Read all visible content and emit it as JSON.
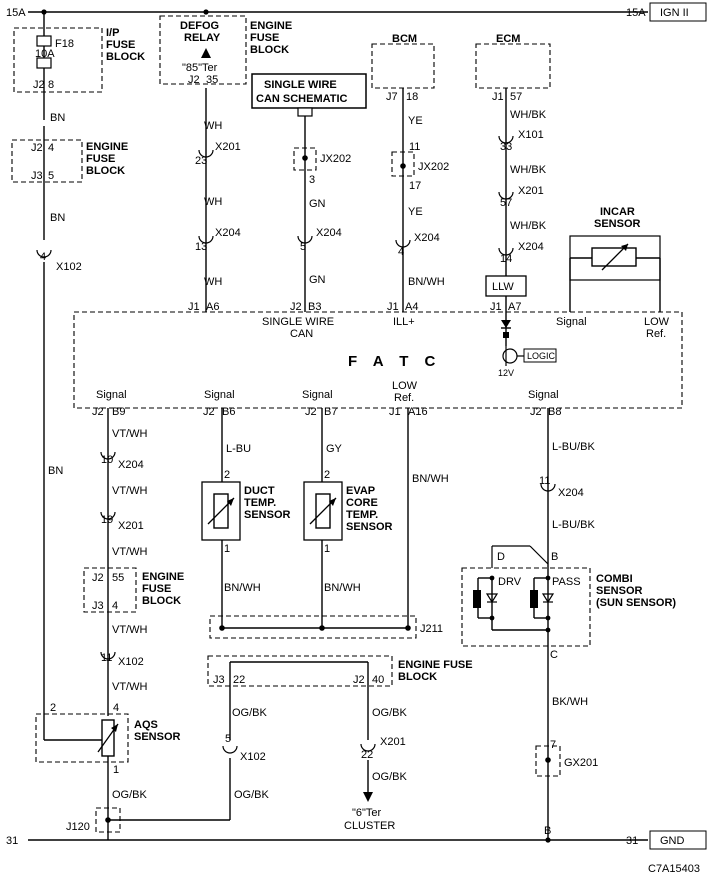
{
  "rails": {
    "top_left": "15A",
    "top_right": "15A",
    "top_tag": "IGN II",
    "bottom_left": "31",
    "bottom_right": "31",
    "bottom_tag": "GND"
  },
  "ip_fuse": {
    "id": "F18",
    "amps": "10A",
    "title": [
      "I/P",
      "FUSE",
      "BLOCK"
    ],
    "pin": "J2",
    "pin_no": "8"
  },
  "eng_fuse_left": {
    "title": [
      "ENGINE",
      "FUSE",
      "BLOCK"
    ],
    "top_pin": "J2",
    "top_no": "4",
    "bot_pin": "J3",
    "bot_no": "5"
  },
  "defog": {
    "title": [
      "DEFOG",
      "RELAY"
    ],
    "sub": "\"85\"Ter",
    "pin": "J2",
    "pin_no": "35"
  },
  "eng_fuse_top": {
    "title": [
      "ENGINE",
      "FUSE",
      "BLOCK"
    ]
  },
  "can": {
    "title": [
      "SINGLE WIRE",
      "CAN SCHEMATIC"
    ],
    "conn": "JX202",
    "conn_no": "3"
  },
  "bcm": {
    "title": "BCM",
    "pin": "J7",
    "pin_no": "18",
    "conn": "JX202",
    "in_no": "11",
    "out_no": "17"
  },
  "ecm": {
    "title": "ECM",
    "pin": "J1",
    "pin_no": "57"
  },
  "wires": {
    "bn": "BN",
    "wh": "WH",
    "gn": "GN",
    "ye": "YE",
    "whbk": "WH/BK",
    "bnwh": "BN/WH",
    "vtwh": "VT/WH",
    "lbu": "L-BU",
    "gy": "GY",
    "lbubk": "L-BU/BK",
    "ogbk": "OG/BK",
    "bkwh": "BK/WH"
  },
  "connectors": {
    "x201": "X201",
    "x204": "X204",
    "x101": "X101",
    "x102": "X102",
    "gx201": "GX201",
    "j120": "J120",
    "j211": "J211",
    "n23": "23",
    "n13": "13",
    "n5": "5",
    "n4": "4",
    "n33": "33",
    "n57": "57",
    "n14": "14",
    "n10": "10",
    "n19": "19",
    "n11": "11",
    "n22": "22",
    "n7": "7",
    "n1": "1",
    "n2": "2"
  },
  "llw": "LLW",
  "incar": {
    "title": [
      "INCAR",
      "SENSOR"
    ],
    "signal": "Signal",
    "low": [
      "LOW",
      "Ref."
    ]
  },
  "fatc": {
    "title": "F A T C",
    "top_pins": [
      {
        "j": "J1",
        "p": "A6"
      },
      {
        "j": "J2",
        "p": "B3"
      },
      {
        "j": "J1",
        "p": "A4"
      },
      {
        "j": "J1",
        "p": "A7"
      }
    ],
    "single_wire": [
      "SINGLE WIRE",
      "CAN"
    ],
    "ill": "ILL+",
    "logic": "LOGIC",
    "v12": "12V",
    "bottom_pins": [
      {
        "j": "J2",
        "p": "B9",
        "label": "Signal"
      },
      {
        "j": "J2",
        "p": "B6",
        "label": "Signal"
      },
      {
        "j": "J2",
        "p": "B7",
        "label": "Signal"
      },
      {
        "j": "J1",
        "p": "A16",
        "label": "LOW"
      },
      {
        "j": "J2",
        "p": "B8",
        "label": "Signal"
      }
    ],
    "ref": "Ref."
  },
  "eng_fuse_mid": {
    "title": [
      "ENGINE",
      "FUSE",
      "BLOCK"
    ],
    "top_pin": "J2",
    "top_no": "55",
    "bot_pin": "J3",
    "bot_no": "4"
  },
  "duct": {
    "title": [
      "DUCT",
      "TEMP.",
      "SENSOR"
    ],
    "top": "2",
    "bot": "1"
  },
  "evap": {
    "title": [
      "EVAP",
      "CORE",
      "TEMP.",
      "SENSOR"
    ],
    "top": "2",
    "bot": "1"
  },
  "combi": {
    "title": [
      "COMBI",
      "SENSOR",
      "(SUN SENSOR)"
    ],
    "drv": "DRV",
    "pass": "PASS",
    "d": "D",
    "b": "B",
    "c": "C"
  },
  "aqs": {
    "title": [
      "AQS",
      "SENSOR"
    ],
    "p2": "2",
    "p4": "4",
    "p1": "1"
  },
  "eng_fuse_bottom": {
    "title": [
      "ENGINE FUSE",
      "BLOCK"
    ],
    "left_pin": "J3",
    "left_no": "22",
    "right_pin": "J2",
    "right_no": "40"
  },
  "cluster": {
    "ter": "\"6\"Ter",
    "name": "CLUSTER"
  },
  "bottom_b": "B",
  "ref_code": "C7A15403"
}
